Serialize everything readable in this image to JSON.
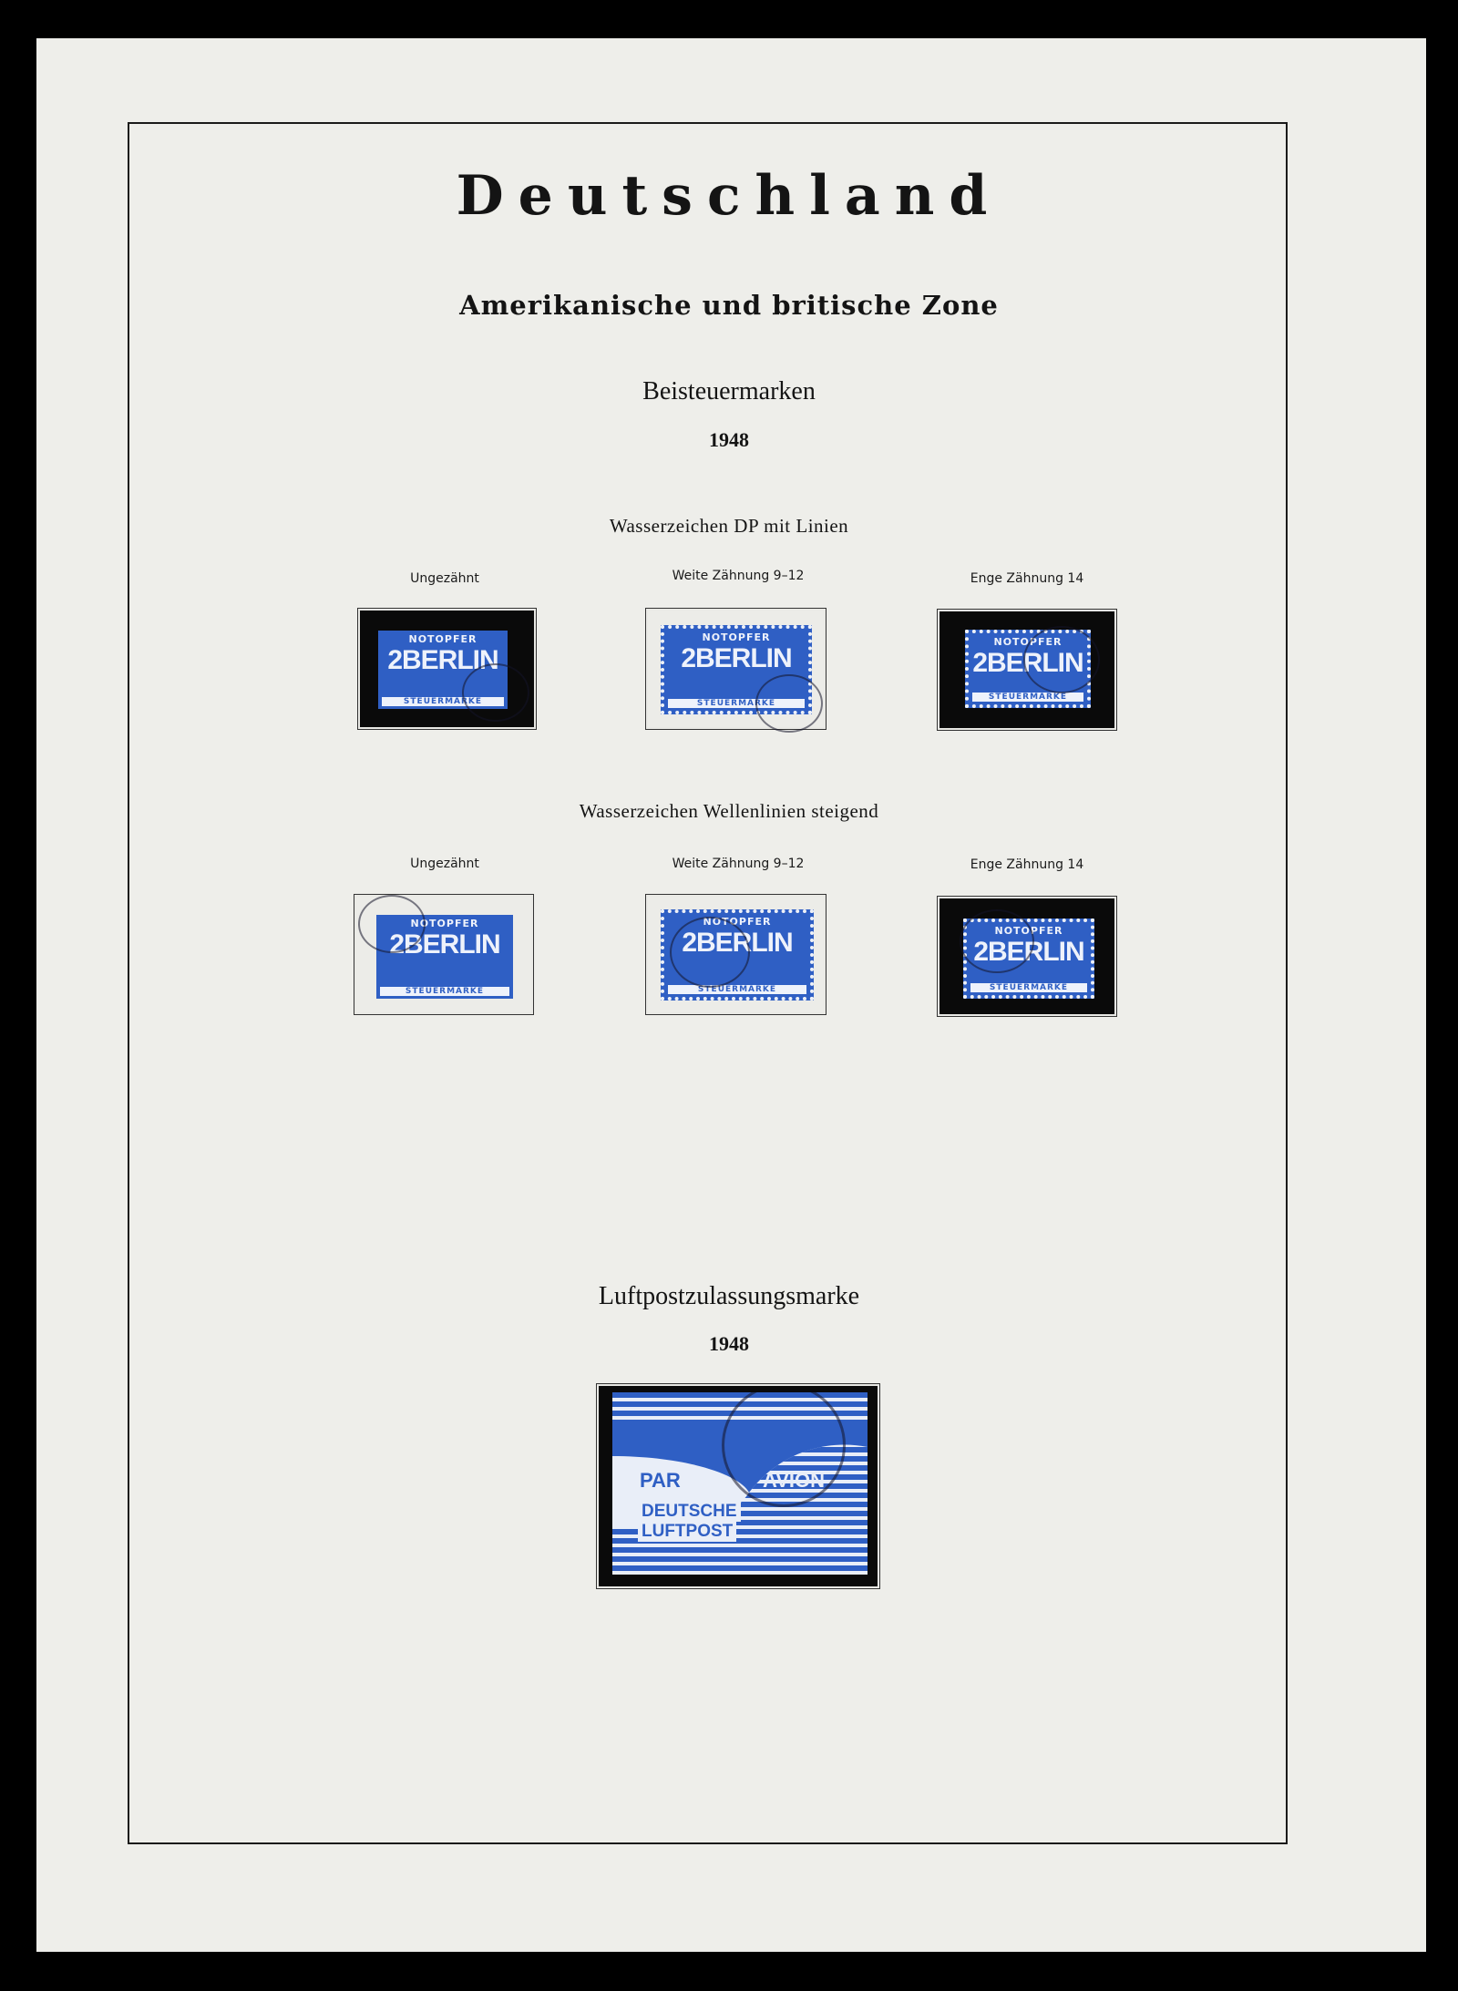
{
  "page": {
    "title": "Deutschland",
    "subtitle": "Amerikanische und britische Zone"
  },
  "section1": {
    "heading": "Beisteuermarken",
    "year": "1948",
    "groups": [
      {
        "watermark": "Wasserzeichen DP mit Linien",
        "columns": [
          "Ungezähnt",
          "Weite Zähnung 9–12",
          "Enge Zähnung 14"
        ]
      },
      {
        "watermark": "Wasserzeichen Wellenlinien steigend",
        "columns": [
          "Ungezähnt",
          "Weite Zähnung 9–12",
          "Enge Zähnung 14"
        ]
      }
    ],
    "stamp_text": {
      "top": "NOTOPFER",
      "middle": "2BERLIN",
      "bottom": "STEUERMARKE"
    }
  },
  "section2": {
    "heading": "Luftpostzulassungsmarke",
    "year": "1948",
    "stamp_text": {
      "par": "PAR",
      "avion": "AVION",
      "line1": "DEUTSCHE",
      "line2": "LUFTPOST"
    }
  },
  "colors": {
    "paper": "#eeeeea",
    "stamp_blue": "#2f5fc4",
    "mount_black": "#0a0a0a"
  }
}
